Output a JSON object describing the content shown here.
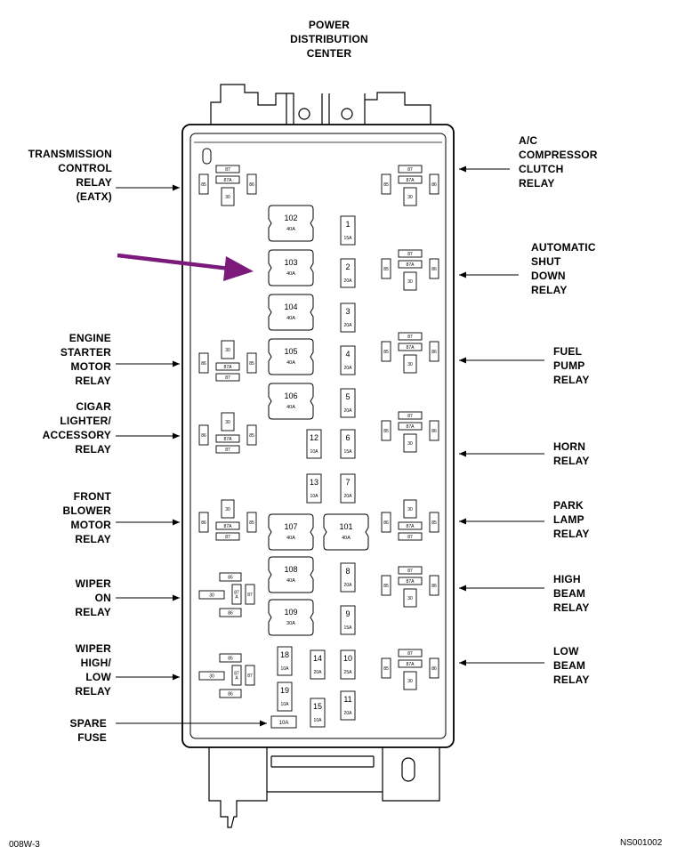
{
  "title": "POWER\nDISTRIBUTION\nCENTER",
  "codes": {
    "left": "008W-3",
    "right": "NS001002"
  },
  "colors": {
    "arrow_highlight": "#7b1a7b",
    "line": "#000000"
  },
  "left_labels": [
    "TRANSMISSION\nCONTROL\nRELAY\n(EATX)",
    "ENGINE\nSTARTER\nMOTOR\nRELAY",
    "CIGAR\nLIGHTER/\nACCESSORY\nRELAY",
    "FRONT\nBLOWER\nMOTOR\nRELAY",
    "WIPER\nON\nRELAY",
    "WIPER\nHIGH/\nLOW\nRELAY",
    "SPARE\nFUSE"
  ],
  "right_labels": [
    "A/C\nCOMPRESSOR\nCLUTCH\nRELAY",
    "AUTOMATIC\nSHUT\nDOWN\nRELAY",
    "FUEL\nPUMP\nRELAY",
    "HORN\nRELAY",
    "PARK\nLAMP\nRELAY",
    "HIGH\nBEAM\nRELAY",
    "LOW\nBEAM\nRELAY"
  ],
  "relay_pins": {
    "p87": "87",
    "p87a": "87A",
    "p86": "86",
    "p85": "85",
    "p30": "30",
    "p87a_v": "87\nA"
  },
  "maxi_fuses": [
    {
      "num": "102",
      "amp": "40A"
    },
    {
      "num": "103",
      "amp": "40A"
    },
    {
      "num": "104",
      "amp": "40A"
    },
    {
      "num": "105",
      "amp": "40A"
    },
    {
      "num": "106",
      "amp": "40A"
    },
    {
      "num": "107",
      "amp": "40A"
    },
    {
      "num": "101",
      "amp": "40A"
    },
    {
      "num": "108",
      "amp": "40A"
    },
    {
      "num": "109",
      "amp": "30A"
    }
  ],
  "mini_fuses": [
    {
      "num": "1",
      "amp": "15A"
    },
    {
      "num": "2",
      "amp": "20A"
    },
    {
      "num": "3",
      "amp": "20A"
    },
    {
      "num": "4",
      "amp": "20A"
    },
    {
      "num": "5",
      "amp": "20A"
    },
    {
      "num": "6",
      "amp": "15A"
    },
    {
      "num": "12",
      "amp": "10A"
    },
    {
      "num": "7",
      "amp": "20A"
    },
    {
      "num": "13",
      "amp": "10A"
    },
    {
      "num": "8",
      "amp": "20A"
    },
    {
      "num": "9",
      "amp": "15A"
    },
    {
      "num": "10",
      "amp": "25A"
    },
    {
      "num": "11",
      "amp": "20A"
    },
    {
      "num": "14",
      "amp": "20A"
    },
    {
      "num": "15",
      "amp": "10A"
    },
    {
      "num": "18",
      "amp": "10A"
    },
    {
      "num": "19",
      "amp": "10A"
    }
  ],
  "spare_fuse": {
    "amp": "10A"
  }
}
